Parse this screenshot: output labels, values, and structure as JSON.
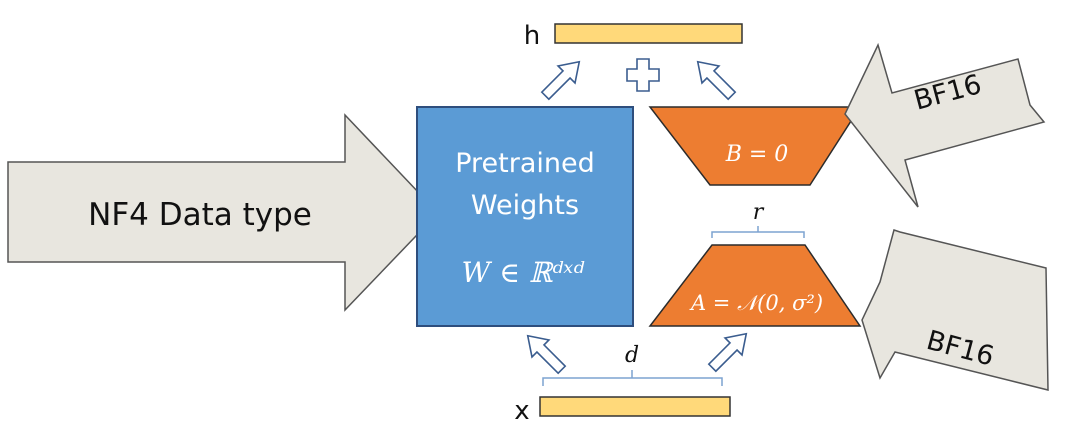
{
  "labels": {
    "nf4": "NF4 Data type",
    "pretrained_line1": "Pretrained",
    "pretrained_line2": "Weights",
    "w_math": "W ∈ ℝᵈˣᵈ",
    "b_eq": "B = 0",
    "a_eq": "A = 𝒩(0, σ²)",
    "r": "r",
    "d": "d",
    "h": "h",
    "x": "x",
    "bf16_top": "BF16",
    "bf16_bottom": "BF16"
  },
  "colors": {
    "weights_fill": "#5b9bd5",
    "weights_border": "#2e4e7d",
    "lora_fill": "#ed7d31",
    "lora_border": "#2b2b2b",
    "vector_fill": "#ffd97a",
    "vector_border": "#333333",
    "big_arrow_fill": "#e8e6df",
    "big_arrow_border": "#555555",
    "small_arrow_border": "#3b5d8f",
    "brace": "#7da3d1"
  }
}
